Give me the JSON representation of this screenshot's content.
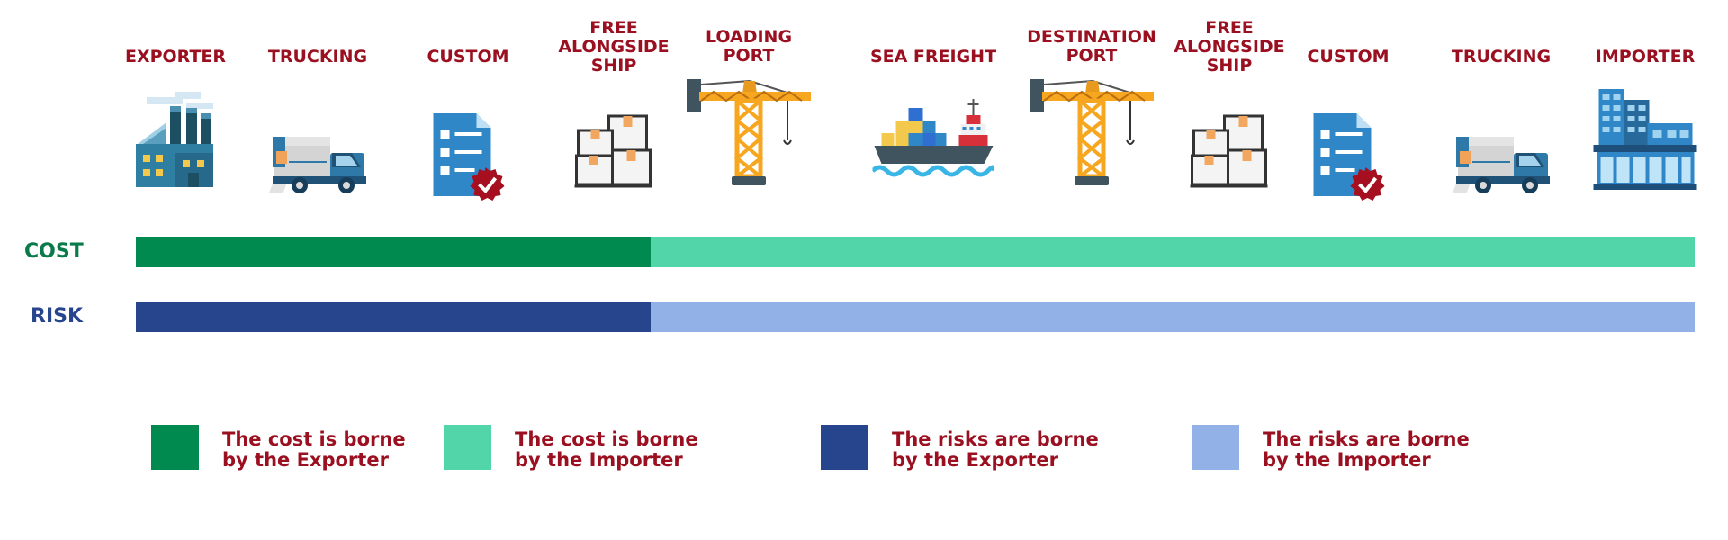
{
  "stages": [
    {
      "label": "EXPORTER",
      "icon": "factory-icon"
    },
    {
      "label": "TRUCKING",
      "icon": "truck-icon"
    },
    {
      "label": "CUSTOM",
      "icon": "customs-document-icon"
    },
    {
      "label": "FREE\nALONGSIDE\nSHIP",
      "icon": "cargo-boxes-icon"
    },
    {
      "label": "LOADING\nPORT",
      "icon": "port-crane-icon"
    },
    {
      "label": "SEA FREIGHT",
      "icon": "cargo-ship-icon"
    },
    {
      "label": "DESTINATION\nPORT",
      "icon": "port-crane-icon"
    },
    {
      "label": "FREE\nALONGSIDE\nSHIP",
      "icon": "cargo-boxes-icon"
    },
    {
      "label": "CUSTOM",
      "icon": "customs-document-icon"
    },
    {
      "label": "TRUCKING",
      "icon": "truck-icon"
    },
    {
      "label": "IMPORTER",
      "icon": "office-building-icon"
    }
  ],
  "rows": {
    "cost": {
      "label": "COST",
      "label_color": "#0b7a4a",
      "exporter_color": "#008a4f",
      "importer_color": "#53d5aa",
      "exporter_fraction": 0.33
    },
    "risk": {
      "label": "RISK",
      "label_color": "#27458c",
      "exporter_color": "#27458c",
      "importer_color": "#92b1e6",
      "exporter_fraction": 0.33
    }
  },
  "legend": [
    {
      "text": "The cost is borne\nby the Exporter",
      "color": "#008a4f"
    },
    {
      "text": "The cost is borne\nby the Importer",
      "color": "#53d5aa"
    },
    {
      "text": "The risks are borne\nby the Exporter",
      "color": "#27458c"
    },
    {
      "text": "The risks are borne\nby the Importer",
      "color": "#92b1e6"
    }
  ]
}
